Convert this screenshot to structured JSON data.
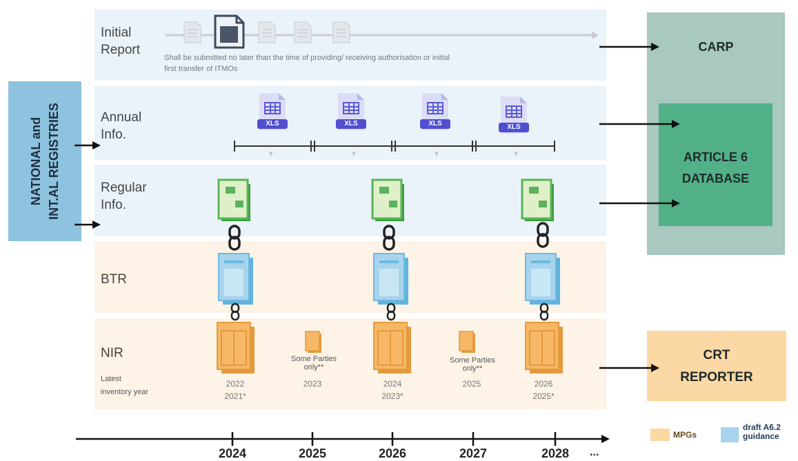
{
  "side_panel": {
    "line1": "NATIONAL and",
    "line2": "INT.AL REGISTRIES"
  },
  "rows": {
    "initial": {
      "label_line1": "Initial",
      "label_line2": "Report",
      "note_line1": "Shall be submitted no later than the time of providing/ receiving authorisation or initial",
      "note_line2": "first transfer of ITMOs"
    },
    "annual": {
      "label_line1": "Annual",
      "label_line2": "Info.",
      "file_tag": "XLS",
      "interval_mark": "?"
    },
    "regular": {
      "label_line1": "Regular",
      "label_line2": "Info."
    },
    "btr": {
      "label": "BTR"
    },
    "nir": {
      "label": "NIR",
      "sub_line1": "Latest",
      "sub_line2": "inventory year"
    }
  },
  "inventory_years": [
    {
      "line1": "2022",
      "line2": "2021*"
    },
    {
      "line1": "",
      "line2": "2023"
    },
    {
      "line1": "2024",
      "line2": "2023*"
    },
    {
      "line1": "",
      "line2": "2025"
    },
    {
      "line1": "2026",
      "line2": "2025*"
    }
  ],
  "some_parties": {
    "line1": "Some Parties",
    "line2": "only**"
  },
  "targets": {
    "carp": "CARP",
    "article6_line1": "ARTICLE 6",
    "article6_line2": "DATABASE",
    "crt_line1": "CRT",
    "crt_line2": "REPORTER"
  },
  "timeline": {
    "years": [
      "2024",
      "2025",
      "2026",
      "2027",
      "2028"
    ],
    "continuation": "..."
  },
  "legend": {
    "mpgs": "MPGs",
    "draft_line1": "draft A6.2",
    "draft_line2": "guidance"
  },
  "colors": {
    "blue_band": "#eaf3fa",
    "orange_band": "#fdf3e6",
    "side_blue": "#8dc3df",
    "carp_teal": "#a8c8c0",
    "db_green": "#52b088",
    "crt_orange": "#fbd8a4",
    "mpgs_orange": "#fcd9a0",
    "draft_blue": "#a7d4ec"
  }
}
